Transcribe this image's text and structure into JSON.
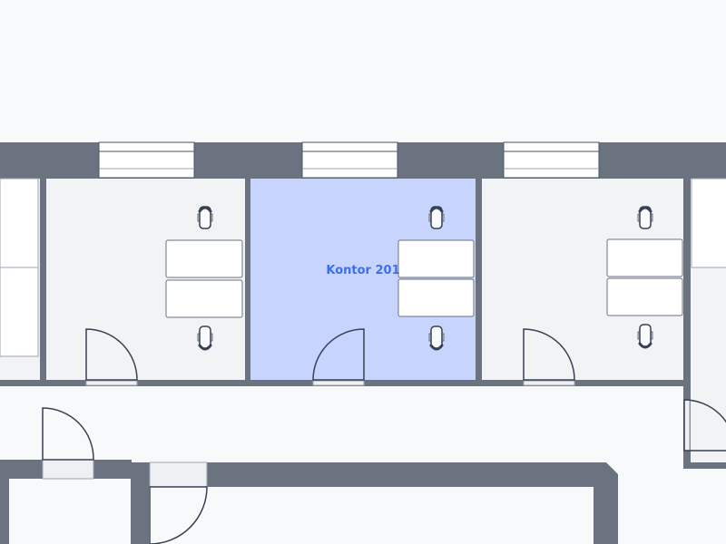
{
  "map": {
    "type": "floor-plan",
    "colors": {
      "background": "#f8f9fb",
      "wall": "#6b7280",
      "room": "#f2f3f5",
      "selected_room": "#c7d4fd",
      "label": "#3b6ff0"
    },
    "rooms": [
      {
        "id": "room-left-partial",
        "label": ""
      },
      {
        "id": "room-west",
        "label": ""
      },
      {
        "id": "room-201",
        "label": "Kontor 201",
        "selected": true
      },
      {
        "id": "room-east",
        "label": ""
      },
      {
        "id": "room-right-partial",
        "label": ""
      }
    ],
    "selected_room_label": "Kontor 201"
  }
}
